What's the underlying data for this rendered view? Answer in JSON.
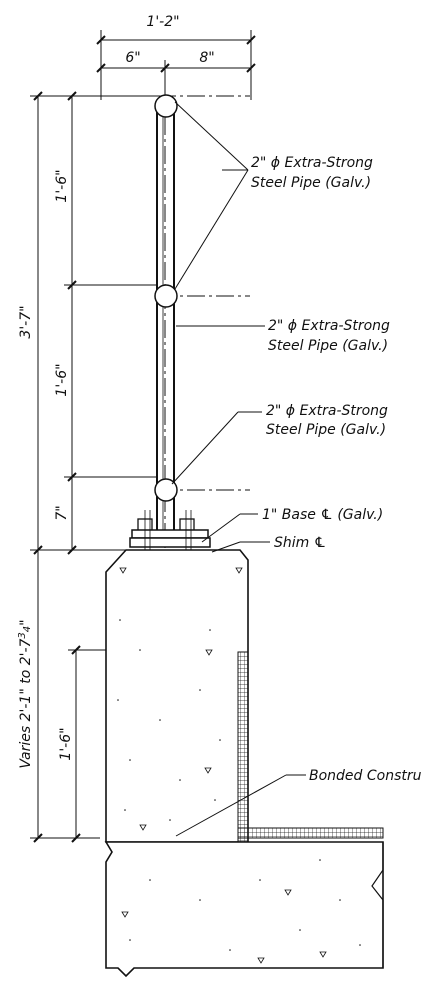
{
  "dimensions": {
    "overall_width": "1'-2\"",
    "left_offset": "6\"",
    "right_offset": "8\"",
    "overall_height": "3'-7\"",
    "top_rail_spacing": "1'-6\"",
    "mid_rail_spacing": "1'-6\"",
    "base_to_low_rail": "7\"",
    "wall_height_prefix": "Varies 2'-1\" to 2'-7",
    "wall_height_frac_num": "3",
    "wall_height_frac_den": "4",
    "wall_height_suffix": "\"",
    "lower_wall_dim": "1'-6\""
  },
  "callouts": {
    "top_pipe_line1": "2\" ϕ Extra-Strong",
    "top_pipe_line2": "Steel Pipe (Galv.)",
    "post_pipe_line1": "2\" ϕ Extra-Strong",
    "post_pipe_line2": "Steel Pipe (Galv.)",
    "low_pipe_line1": "2\" ϕ Extra-Strong",
    "low_pipe_line2": "Steel Pipe (Galv.)",
    "base_plate": "1\" Base ℄ (Galv.)",
    "shim_plate": "Shim ℄",
    "joint": "Bonded Constru"
  }
}
